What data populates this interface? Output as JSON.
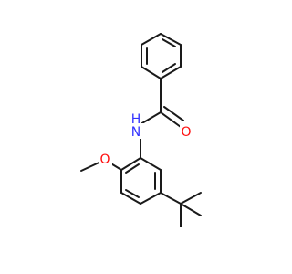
{
  "molecule": {
    "atoms": {
      "amide_nitrogen": {
        "symbol": "N",
        "suffix": "H",
        "color": "#3333ff"
      },
      "carbonyl_oxygen": {
        "symbol": "O",
        "color": "#ff0d0d"
      },
      "ether_oxygen": {
        "symbol": "O",
        "color": "#ff0d0d"
      }
    },
    "bond_color": "#1a1a1a"
  }
}
